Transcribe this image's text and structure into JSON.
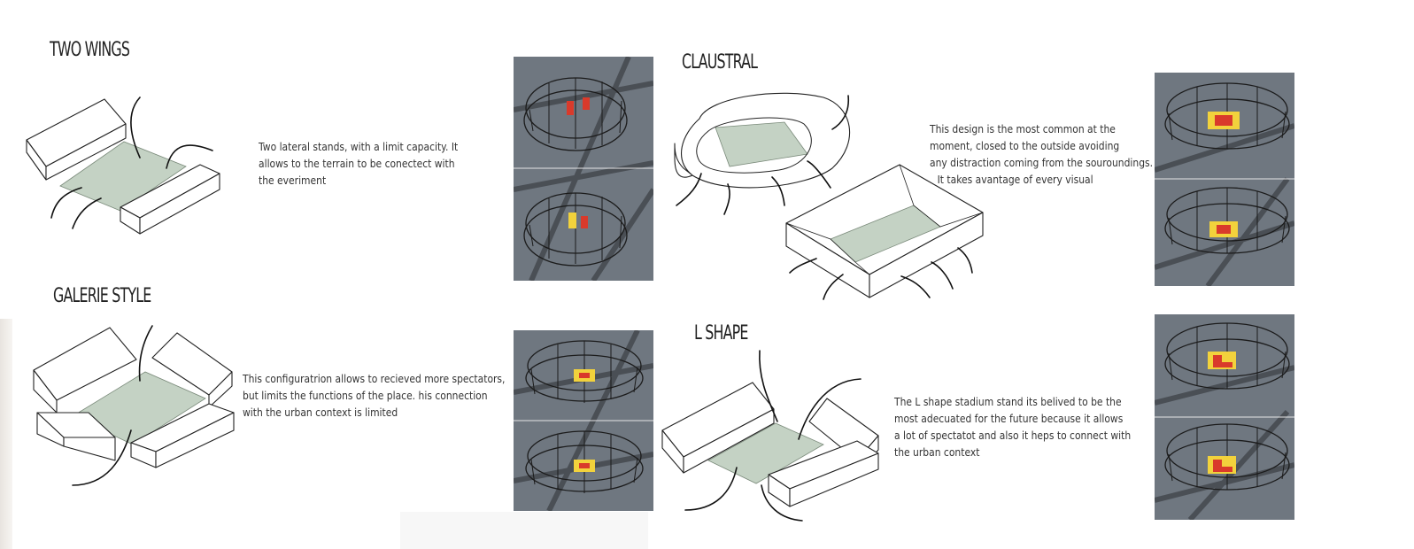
{
  "sections": {
    "two_wings": {
      "title": "TWO WINGS",
      "lines": [
        "Two lateral stands, with a limit capacity. It",
        "allows to the terrain to be conectect with",
        "the everiment"
      ]
    },
    "galerie_style": {
      "title": "GALERIE STYLE",
      "lines": [
        "This configuratrion allows to recieved more spectators,",
        "but limits the functions of the place. his connection",
        "with the urban context is limited"
      ]
    },
    "claustral": {
      "title": "CLAUSTRAL",
      "lines": [
        "This design is the most common at the",
        "moment, closed to the outside avoiding",
        "any distraction coming from the souroundings.",
        "It takes avantage of every visual"
      ]
    },
    "l_shape": {
      "title": "L SHAPE",
      "lines": [
        "The L shape stadium stand its belived to be the",
        "most adecuated for the future because it allows",
        "a lot of spectatot and also it heps to connect with",
        "the urban context"
      ]
    }
  },
  "colors": {
    "field": "#c4d2c4",
    "panel_bg": "#6f7780",
    "stand_red": "#d93a2b",
    "stand_yellow": "#f2d23c"
  }
}
